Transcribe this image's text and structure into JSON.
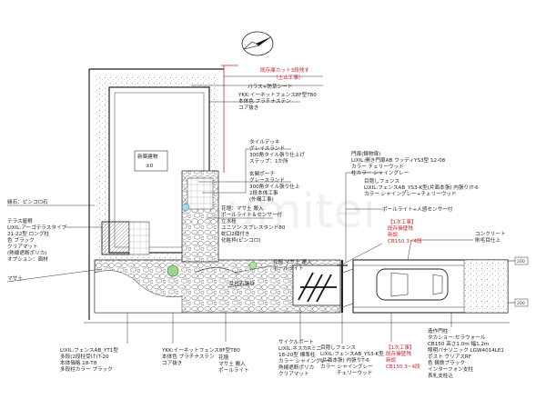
{
  "watermark": "Sumitei",
  "annotations": {
    "boundary_cut": "既存庫カット3段残す",
    "boundary_cut_sub": "（土止工事）",
    "gravel_sheet": "バラス+防草シート",
    "fence_top_1": "YKK:イーネットフェンス8F型T80",
    "fence_top_2": "本体色 プラチナステン",
    "fence_top_3": "コア抜き",
    "existing_building": "新築建物",
    "existing_building_level": "±0",
    "tile_deck_1": "タイルデッキ",
    "tile_deck_2": "グレイスランド",
    "tile_deck_3": "300角タイル張り仕上げ",
    "tile_deck_4": "ステップ：1か所",
    "porch_1": "玄関ポーチ",
    "porch_2": "グレースランド",
    "porch_3": "300角タイル張り仕上",
    "porch_4": "2段本体工事",
    "porch_5": "(外構工事)",
    "bed_1": "花壇：マサ土 搬入",
    "bed_2": "ポールライト＆センサー付",
    "bed_3": "立水栓",
    "bed_4": "ユニソン スプレスタンド80",
    "bed_5": "蛇口2個付き",
    "bed_6": "化粧枠(ピンコロ)",
    "gate_1": "門扉(鋳物扉)",
    "gate_2": "LIXIL:開き門扉AB ウッディYS3型 12-08",
    "gate_3": "カラー チェリーウッド",
    "gate_4": "柱カラー シャイングレー",
    "side_fence_1": "目隠しフェンス",
    "side_fence_2": "LIXIL:フェンスAB_YS3-K型(片面本張) 内張り)T-6",
    "side_fence_3": "カラー シャイングレー+チェリーウッド",
    "pole_light": "ポールライト+人感センサー付",
    "new_work_1": "【1次工事】",
    "new_work_2": "既存擁壁残",
    "new_work_3": "新設",
    "new_work_4": "CB150 3~4段",
    "concrete_1": "コンクリート",
    "concrete_2": "刷毛目仕上",
    "edge_bed": "縁石：ピンコロ石",
    "terrace_roof_1": "テラス屋根",
    "terrace_roof_2": "LIXIL:アーゴテラスタイプ",
    "terrace_roof_3": "21-22型 ロング柱",
    "terrace_roof_4": "色 ブラック",
    "terrace_roof_5": "クリアマット",
    "terrace_roof_6": "(熱線遮断ポリカ)",
    "terrace_roof_7": "オプション：面材",
    "masa_left": "マサ土",
    "bed_mid_1": "花壇 マサ土 搬入",
    "bed_mid_2": "ポールライト",
    "stone_approach": "乱形石張り",
    "bottom_1_1": "LIXIL:フェンスAB_YT1型",
    "bottom_1_2": "多段(2段柱受け)T-20",
    "bottom_1_3": "本体価格 18-T8",
    "bottom_1_4": "多段柱カラー ブラック",
    "bottom_2_1": "YKK:イーネットフェンス8F型T80",
    "bottom_2_2": "本体色 プラチナステン",
    "bottom_2_3": "コア抜き",
    "bottom_3_1": "花壇",
    "bottom_3_2": "マサ土 搬入",
    "bottom_3_3": "ポールライト",
    "bottom_4_1": "サイクルポート",
    "bottom_4_2": "LIXIL:ネスカRミニ",
    "bottom_4_3": "18-20型 標準柱",
    "bottom_4_4": "カラー シャイングレー",
    "bottom_4_5": "熱線遮断ポリカ",
    "bottom_4_6": "クリアマット",
    "bottom_5_1": "目隠しフェンス",
    "bottom_5_2": "LIXIL:フェンスAB_YS3-K型",
    "bottom_5_3": "(片面本張) 内張りT-6",
    "bottom_5_4": "カラー シャイングレー",
    "bottom_5_5": "チェリーウッド",
    "bottom_6_1": "【1次工事】",
    "bottom_6_2": "既存擁壁残",
    "bottom_6_3": "新設",
    "bottom_6_4": "CB150 3~4段",
    "bottom_7_1": "造作門柱",
    "bottom_7_2": "タカショー:セラウォール",
    "bottom_7_3": "CB150 高さ1.0m 幅1.2m",
    "bottom_7_4": "照明パナソニック LGW4014LE1",
    "bottom_7_5": "ポスト クリアスRF",
    "bottom_7_6": "色 鋳鉄ブラック",
    "bottom_7_7": "インターフォン支柱",
    "bottom_7_8": "表札支柱込",
    "dim_top": "200",
    "dim_bottom": "200"
  }
}
